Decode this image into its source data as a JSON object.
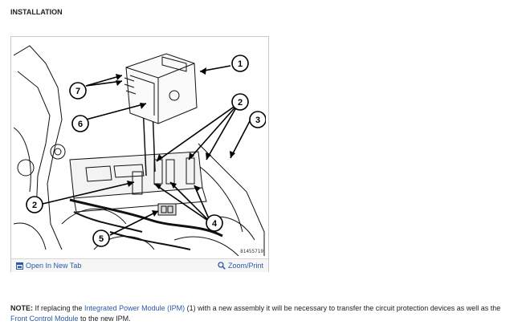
{
  "page": {
    "heading": "INSTALLATION"
  },
  "figure": {
    "code": "81455719",
    "open_tab_label": "Open In New Tab",
    "zoom_label": "Zoom/Print",
    "callouts": [
      "1",
      "2",
      "3",
      "4",
      "5",
      "6",
      "7"
    ]
  },
  "note": {
    "label": "NOTE:",
    "text_1": " If replacing the ",
    "link_1": "Integrated Power Module (IPM)",
    "text_2": " (1) with a new assembly it will be necessary to transfer the circuit protection devices as well as the ",
    "link_2": "Front Control Module",
    "text_3": " to the new IPM."
  },
  "colors": {
    "link": "#2b5aa8",
    "text": "#222222",
    "border": "#c9c9c9"
  }
}
